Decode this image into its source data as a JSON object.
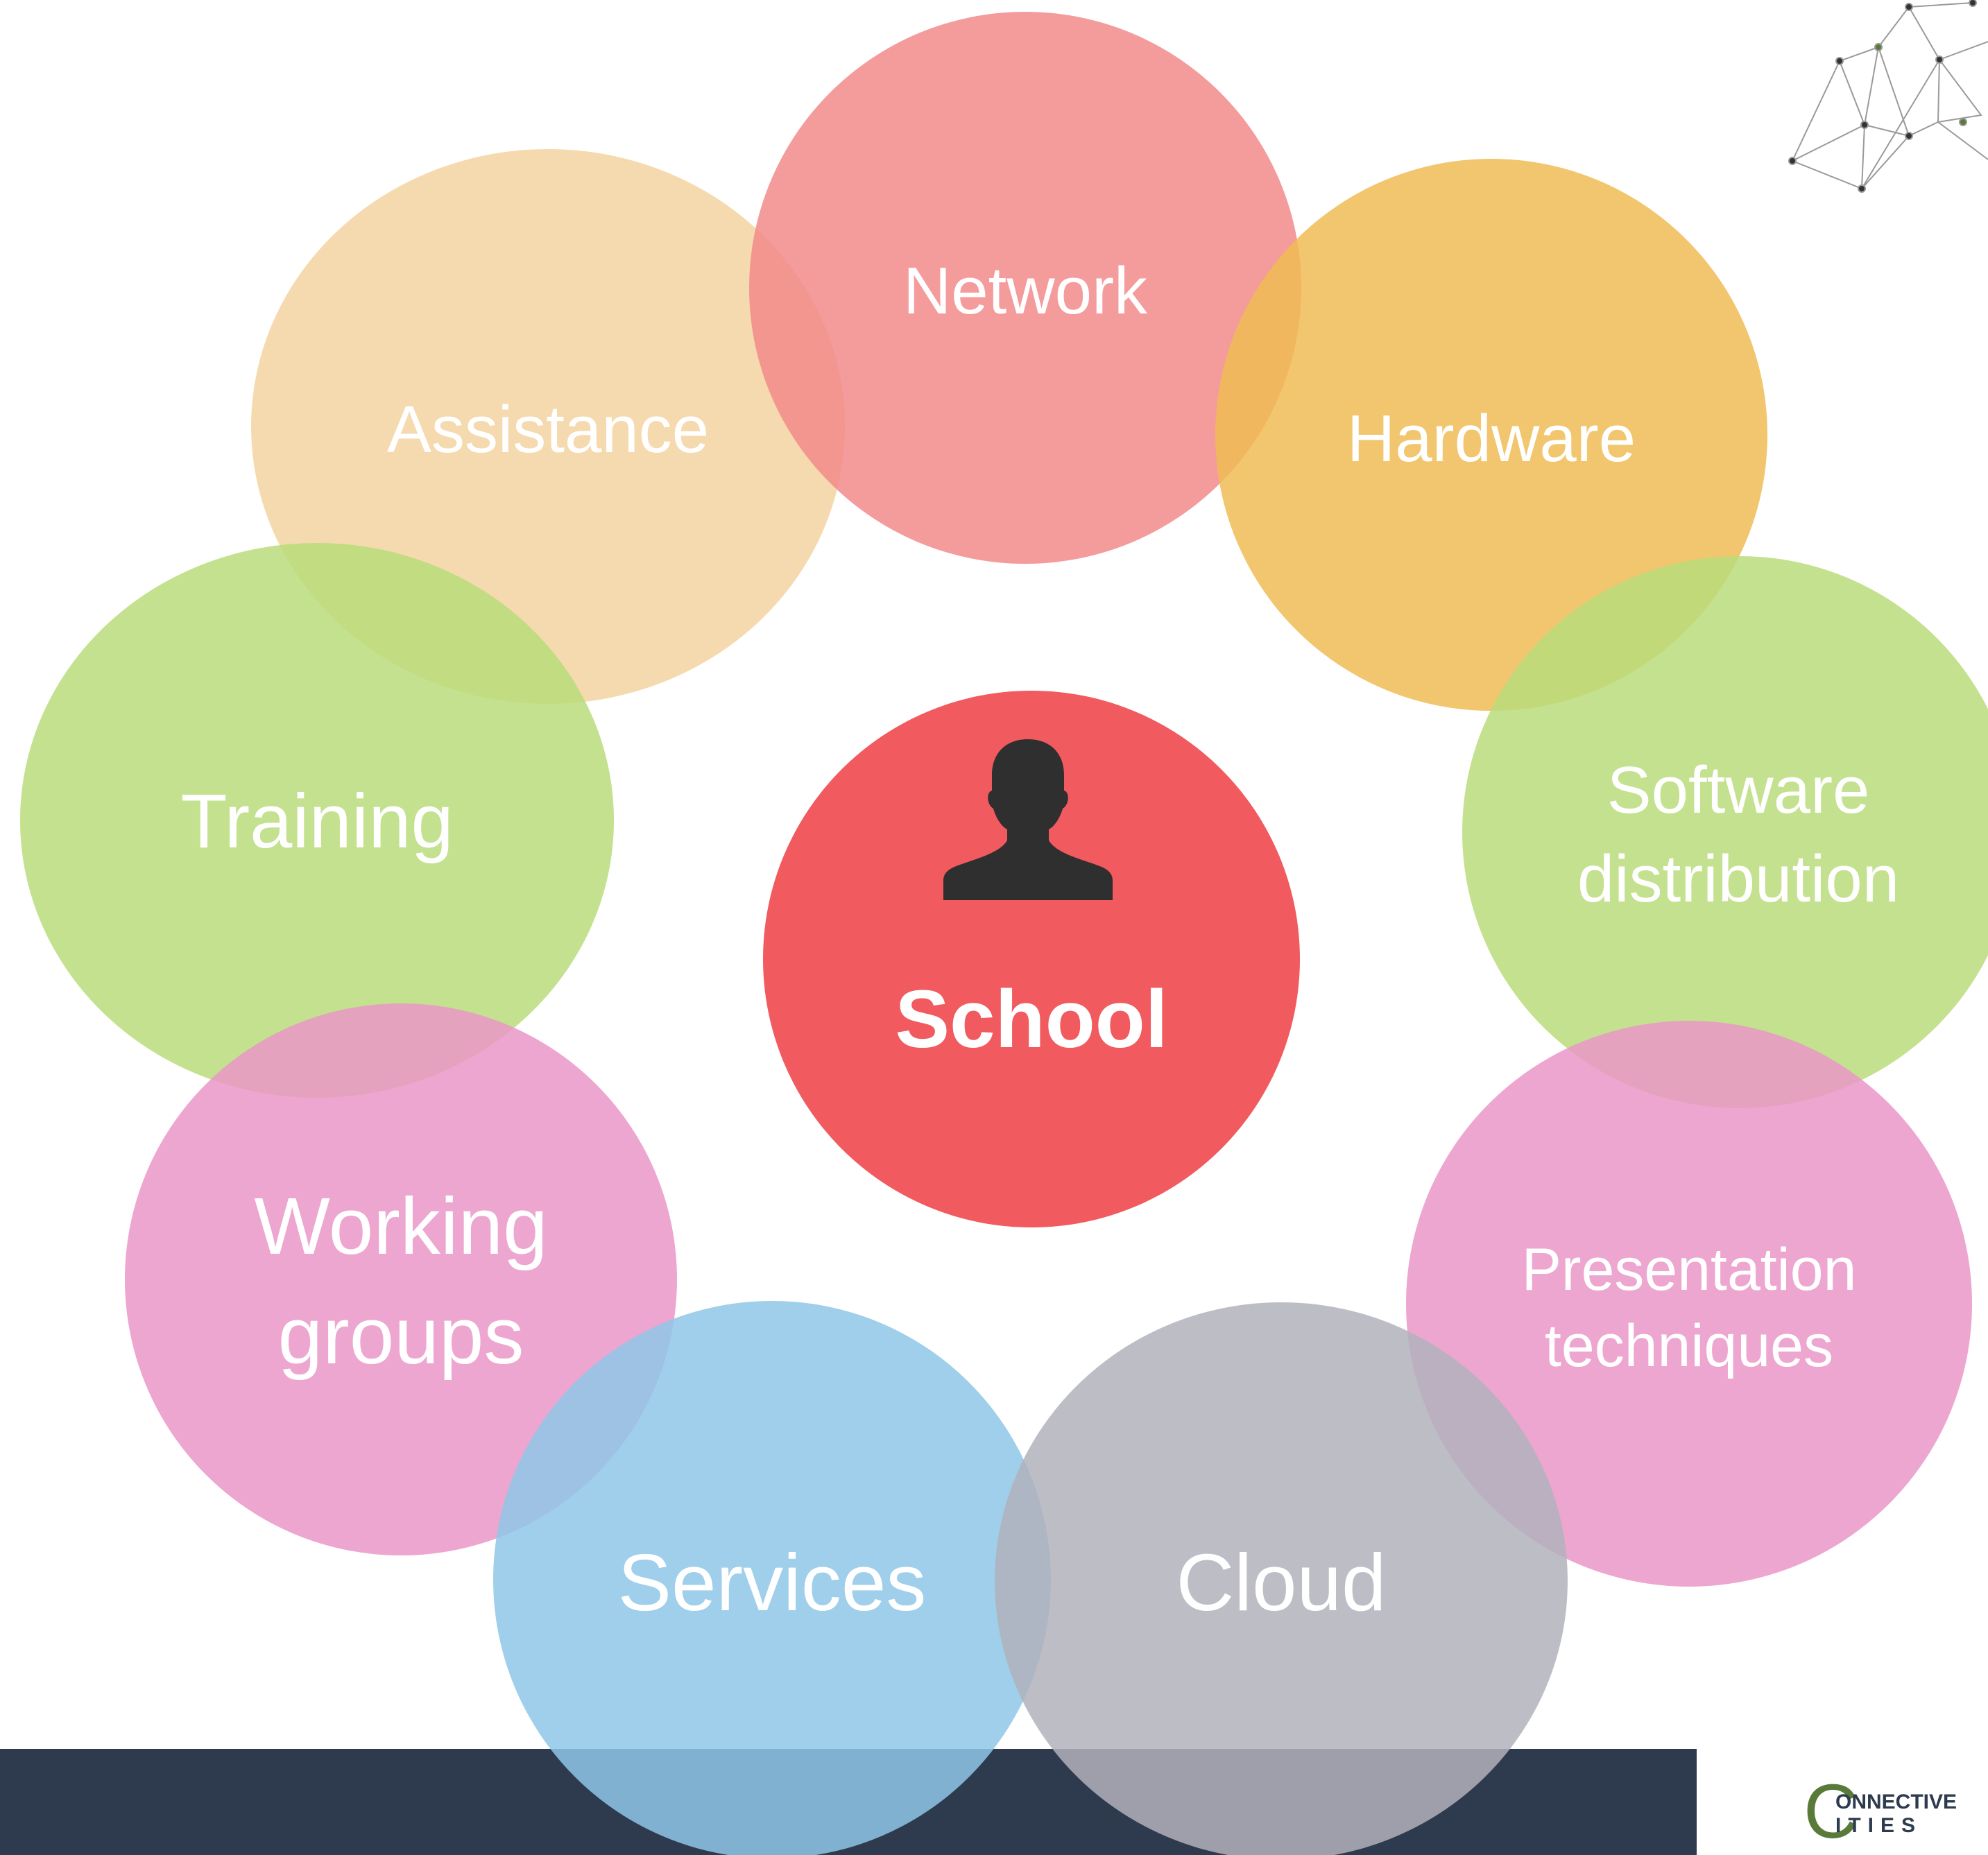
{
  "center": {
    "label": "School",
    "icon": "person-silhouette-icon",
    "color": "#f15a5e"
  },
  "nodes": [
    {
      "id": "network",
      "label": "Network",
      "color": "#f28a8b"
    },
    {
      "id": "hardware",
      "label": "Hardware",
      "color": "#eebc55"
    },
    {
      "id": "assistance",
      "label": "Assistance",
      "color": "#f5d3a1"
    },
    {
      "id": "training",
      "label": "Training",
      "color": "#b8dc7a"
    },
    {
      "id": "software-distribution",
      "label": "Software distribution",
      "color": "#b8dc7a"
    },
    {
      "id": "working-groups",
      "label": "Working groups",
      "color": "#ea96c8"
    },
    {
      "id": "presentation-techniques",
      "label": "Presentation techniques",
      "color": "#ea96c8"
    },
    {
      "id": "services",
      "label": "Services",
      "color": "#8ec7e8"
    },
    {
      "id": "cloud",
      "label": "Cloud",
      "color": "#b1b2bc"
    }
  ],
  "footer": {
    "bar_color": "#2e3a4d"
  },
  "logo": {
    "line1": "ONNECTIVE",
    "line2": "ITIES",
    "mark": "C",
    "color": "#5a7a3a"
  },
  "decoration": {
    "icon": "network-graph-icon"
  }
}
